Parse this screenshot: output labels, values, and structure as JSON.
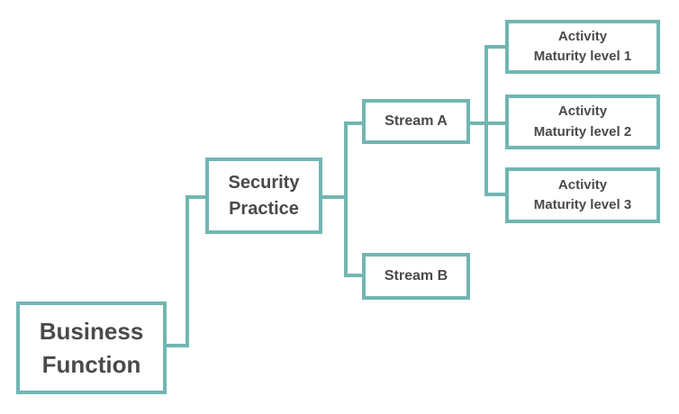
{
  "diagram": {
    "type": "tree",
    "colors": {
      "box_border": "#71b6b2",
      "box_fill": "#ffffff",
      "connector": "#71b6b2",
      "text": "#4a4a4a",
      "background": "#ffffff"
    },
    "nodes": {
      "business_function": {
        "line1": "Business",
        "line2": "Function"
      },
      "security_practice": {
        "line1": "Security",
        "line2": "Practice"
      },
      "stream_a": {
        "label": "Stream A"
      },
      "stream_b": {
        "label": "Stream B"
      },
      "activity_maturity_1": {
        "line1": "Activity",
        "line2": "Maturity level 1"
      },
      "activity_maturity_2": {
        "line1": "Activity",
        "line2": "Maturity level 2"
      },
      "activity_maturity_3": {
        "line1": "Activity",
        "line2": "Maturity level 3"
      }
    },
    "edges": [
      {
        "from": "business_function",
        "to": "security_practice"
      },
      {
        "from": "security_practice",
        "to": "stream_a"
      },
      {
        "from": "security_practice",
        "to": "stream_b"
      },
      {
        "from": "stream_a",
        "to": "activity_maturity_1"
      },
      {
        "from": "stream_a",
        "to": "activity_maturity_2"
      },
      {
        "from": "stream_a",
        "to": "activity_maturity_3"
      }
    ]
  }
}
